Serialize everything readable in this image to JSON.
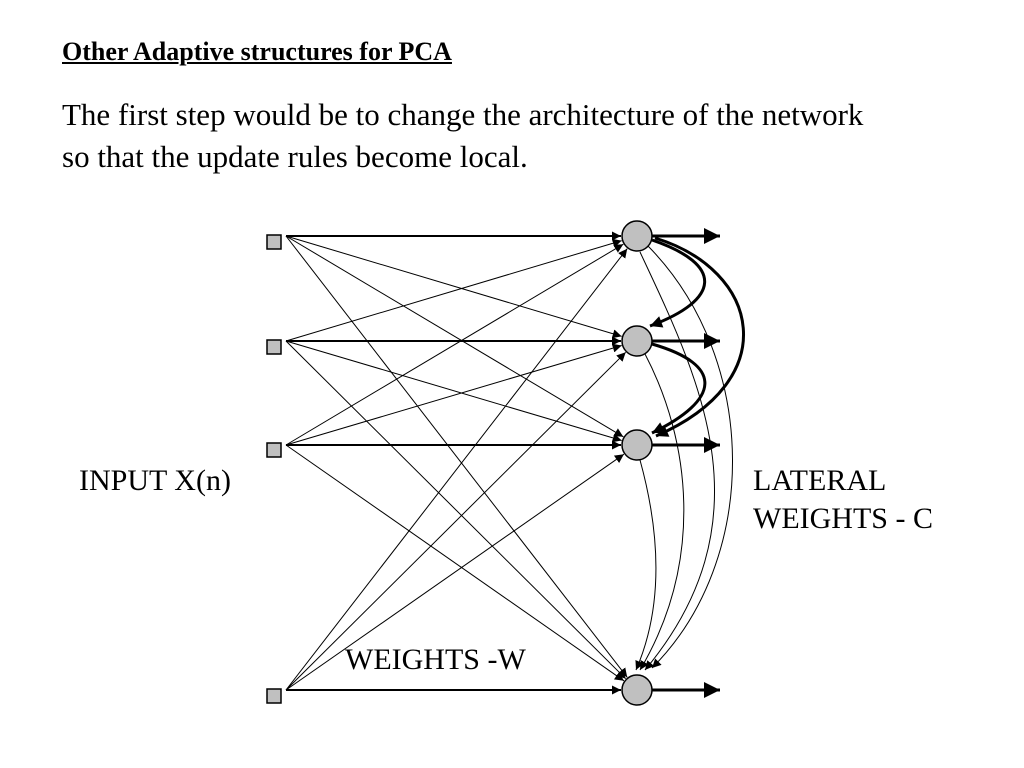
{
  "slide": {
    "title": "Other Adaptive structures for PCA",
    "body_line1": "The first step would be to change the architecture of the network",
    "body_line2": "so that the update rules become local."
  },
  "diagram": {
    "input_label": "INPUT X(n)",
    "lateral_label_line1": "LATERAL",
    "lateral_label_line2": "WEIGHTS - C",
    "weights_label": "WEIGHTS -W",
    "colors": {
      "node_fill": "#c0c0c0",
      "input_fill": "#c0c0c0",
      "line": "#000000"
    },
    "input_count": 4,
    "output_count": 4
  }
}
